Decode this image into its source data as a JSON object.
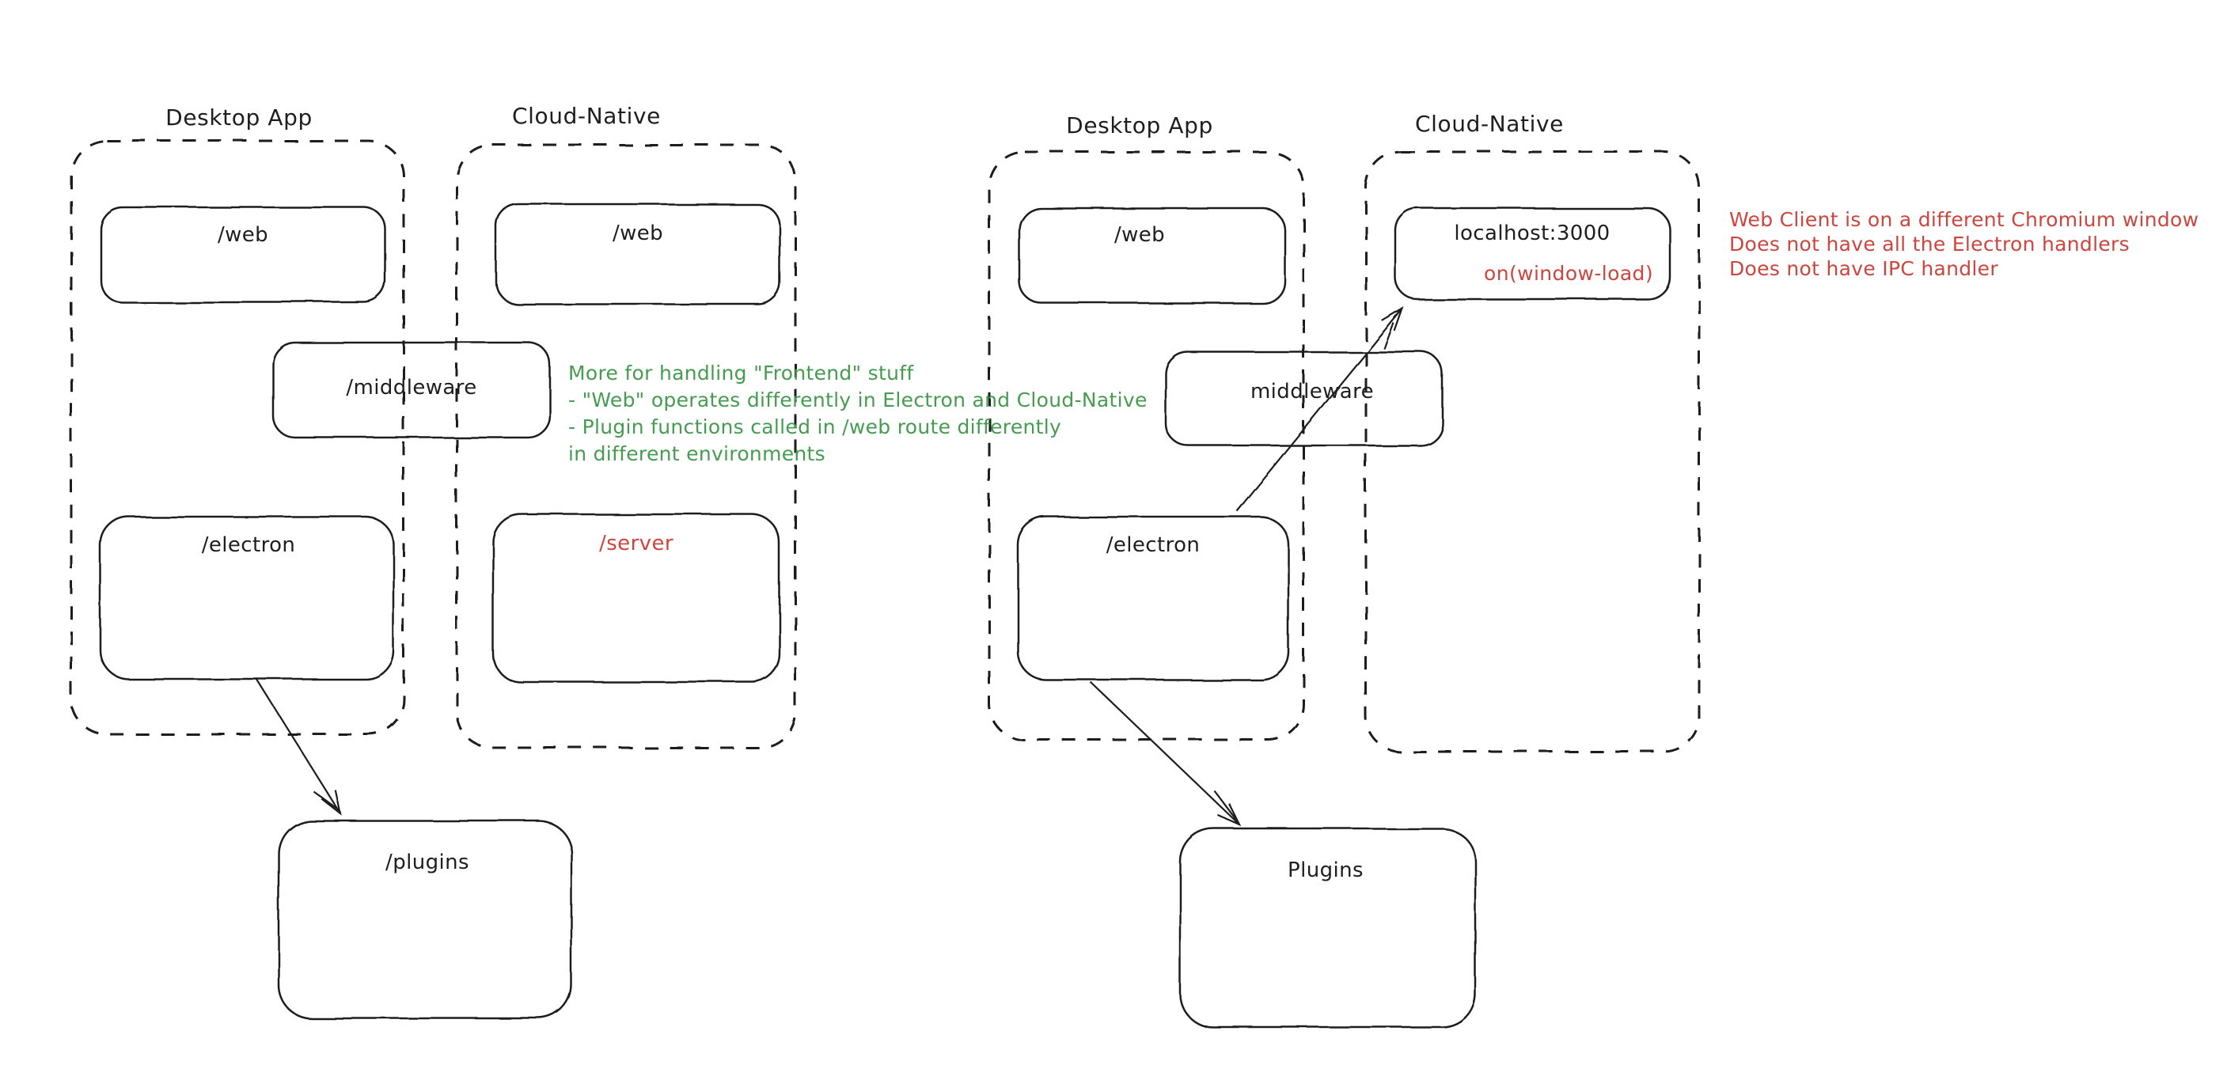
{
  "palette": {
    "ink": "#1e1e1e",
    "red": "#cc453e",
    "green": "#459c51",
    "background": "#ffffff"
  },
  "diagram_left": {
    "desktop": {
      "label": "Desktop App",
      "web_box": "/web",
      "electron_box": "/electron"
    },
    "cloud": {
      "label": "Cloud-Native",
      "web_box": "/web",
      "server_box": "/server"
    },
    "middleware_box": "/middleware",
    "plugins_box": "/plugins",
    "note": {
      "color": "#459c51",
      "lines": [
        "More for handling \"Frontend\" stuff",
        "- \"Web\" operates differently in Electron and Cloud-Native",
        "- Plugin functions called in /web route differently",
        "in different environments"
      ]
    }
  },
  "diagram_right": {
    "desktop": {
      "label": "Desktop App",
      "web_box": "/web",
      "electron_box": "/electron"
    },
    "cloud": {
      "label": "Cloud-Native",
      "localhost_box": "localhost:3000",
      "localhost_event": "on(window-load)"
    },
    "middleware_box": "middleware",
    "plugins_box": "Plugins",
    "note": {
      "color": "#cc453e",
      "lines": [
        "Web Client is on a different Chromium window",
        "Does not have all the Electron handlers",
        "Does not have IPC handler"
      ]
    }
  }
}
